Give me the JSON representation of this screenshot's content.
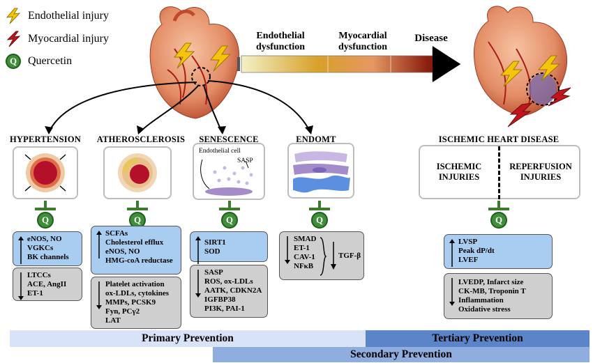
{
  "legend": {
    "endothelial": "Endothelial injury",
    "myocardial": "Myocardial injury",
    "quercetin": "Quercetin"
  },
  "quercetin_symbol": "Q",
  "flow": {
    "endothelial": "Endothelial dysfunction",
    "myocardial": "Myocardial dysfunction",
    "disease": "Disease"
  },
  "columns": {
    "hypertension": {
      "title": "HYPERTENSION",
      "up": [
        "eNOS, NO",
        "VGKCs",
        "BK channels"
      ],
      "down": [
        "LTCCs",
        "ACE, AngII",
        "ET-1"
      ]
    },
    "atherosclerosis": {
      "title": "ATHEROSCLEROSIS",
      "up": [
        "SCFAs",
        "Cholesterol efflux",
        "eNOS, NO",
        "HMG-coA reductase"
      ],
      "down": [
        "Platelet activation",
        "ox-LDLs, cytokines",
        "MMPs, PCSK9",
        "Fyn, PCγ2",
        "LAT"
      ]
    },
    "senescence": {
      "title": "SENESCENCE",
      "img_label_cell": "Endothelial cell",
      "img_label_sasp": "SASP",
      "up": [
        "SIRT1",
        "SOD"
      ],
      "down": [
        "SASP",
        "ROS, ox-LDLs",
        "AATK, CDKN2A",
        "IGFBP38",
        "PI3K, PAI-1"
      ]
    },
    "endomt": {
      "title": "ENDOMT",
      "down": [
        "SMAD",
        "ET-1",
        "CAV-1",
        "NFκB"
      ],
      "down2": "TGF-β"
    }
  },
  "ihd": {
    "title": "ISCHEMIC HEART DISEASE",
    "left": "ISCHEMIC INJURIES",
    "right": "REPERFUSION INJURIES",
    "up": [
      "LVSP",
      "Peak dP/dt",
      "LVEF"
    ],
    "down": [
      "LVEDP, Infarct size",
      "CK-MB, Troponin T",
      "Inflammation",
      "Oxidative stress"
    ]
  },
  "prevention": {
    "primary": "Primary Prevention",
    "tertiary": "Tertiary Prevention",
    "secondary": "Secondary Prevention"
  },
  "colors": {
    "blue_box": "#a9cdf0",
    "gray_box": "#cfcfcf",
    "primary_band": "#d9e3f7",
    "secondary_band": "#8faedf",
    "tertiary_band": "#5b84c9",
    "quercetin_green": "#3f8f3a",
    "heart": "#e8a07a"
  }
}
